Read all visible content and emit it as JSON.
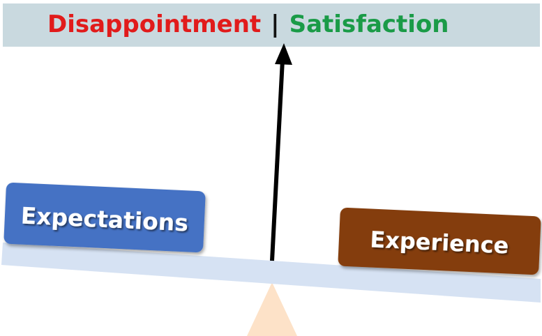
{
  "header": {
    "left_label": "Disappointment",
    "separator": "|",
    "right_label": "Satisfaction"
  },
  "balance": {
    "left_box_label": "Expectations",
    "right_box_label": "Experience"
  },
  "colors": {
    "disappointment": "#e11b1b",
    "satisfaction": "#1a9b47",
    "header_band": "#c9d9df",
    "expectations_box": "#4472c4",
    "experience_box": "#843c0c",
    "beam": "#d6e2f3",
    "fulcrum": "#fde2c8",
    "arrow": "#000000"
  }
}
